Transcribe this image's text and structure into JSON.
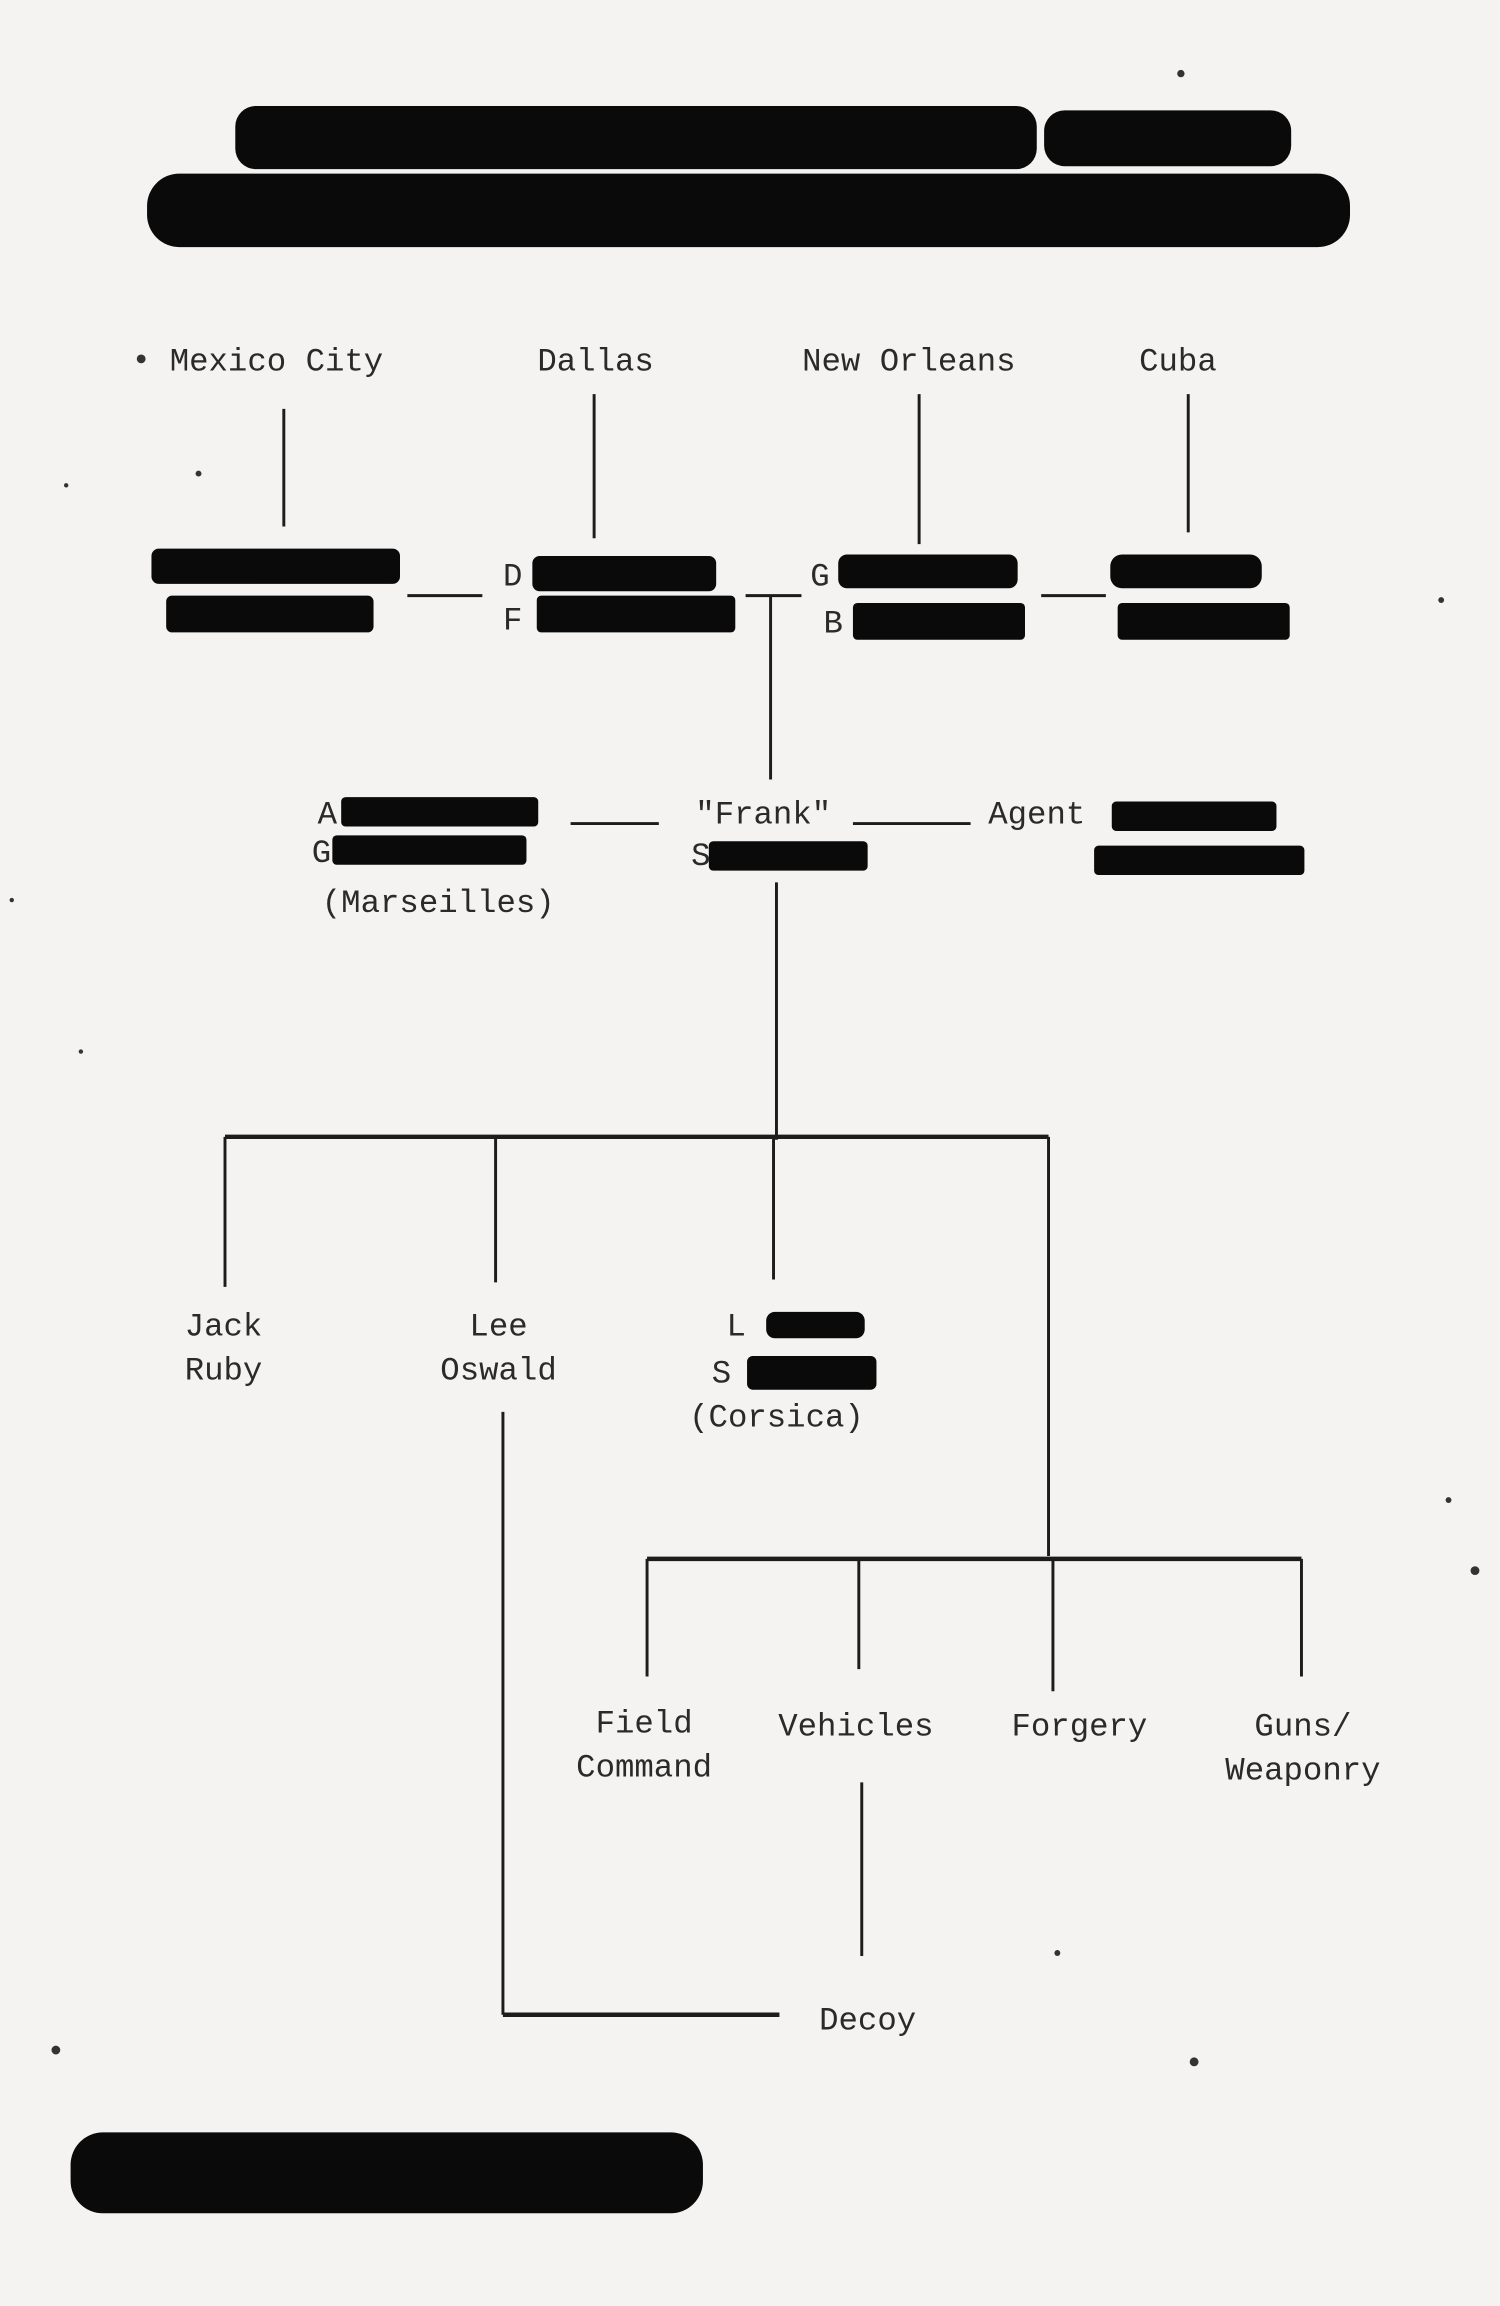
{
  "document": {
    "title_redacted": "",
    "footer_redacted": "",
    "locations": [
      "Mexico City",
      "Dallas",
      "New Orleans",
      "Cuba"
    ],
    "contacts": {
      "dallas_initials": [
        "D",
        "F"
      ],
      "new_orleans_initials": [
        "G",
        "B"
      ]
    },
    "middle": {
      "left_initials": [
        "A",
        "G"
      ],
      "left_note": "(Marseilles)",
      "center_name": "\"Frank\"",
      "center_initial": "S",
      "right_label": "Agent"
    },
    "operatives": {
      "jack_ruby": [
        "Jack",
        "Ruby"
      ],
      "lee_oswald": [
        "Lee",
        "Oswald"
      ],
      "corsican_initials": [
        "L",
        "S"
      ],
      "corsican_note": "(Corsica)"
    },
    "units": {
      "field_command": [
        "Field",
        "Command"
      ],
      "vehicles": "Vehicles",
      "forgery": "Forgery",
      "guns": [
        "Guns/",
        "Weaponry"
      ]
    },
    "decoy": "Decoy"
  }
}
